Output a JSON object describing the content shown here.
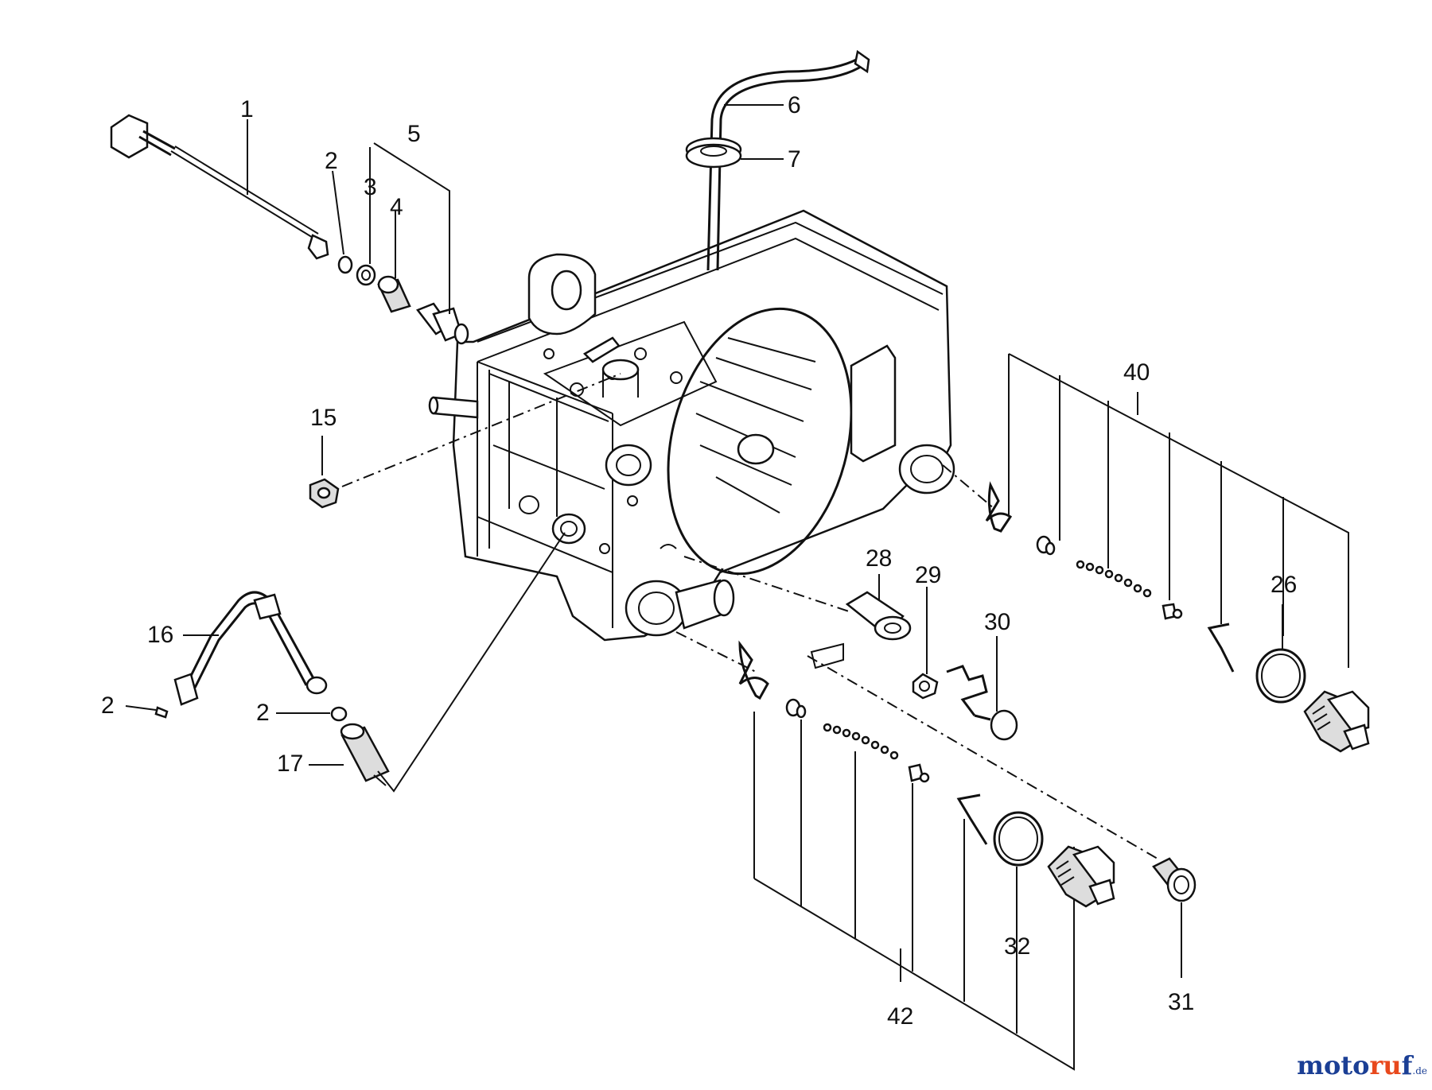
{
  "labels": {
    "p1": "1",
    "p2a": "2",
    "p3": "3",
    "p4": "4",
    "p5": "5",
    "p6": "6",
    "p7": "7",
    "p15": "15",
    "p16": "16",
    "p2b": "2",
    "p2c": "2",
    "p17": "17",
    "p28": "28",
    "p29": "29",
    "p30": "30",
    "p40": "40",
    "p26": "26",
    "p32": "32",
    "p31": "31",
    "p42": "42"
  },
  "watermark": {
    "part1": "moto",
    "part2": "ru",
    "part3": "f",
    "suffix": ".de"
  },
  "colors": {
    "ink": "#111111",
    "brand_blue": "#1b3f95",
    "brand_orange": "#e8491d"
  }
}
